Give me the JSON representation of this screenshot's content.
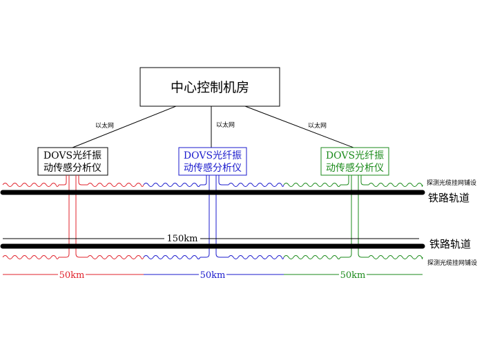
{
  "center": {
    "label": "中心控制机房"
  },
  "links": [
    {
      "label": "以太网"
    },
    {
      "label": "以太网"
    },
    {
      "label": "以太网"
    }
  ],
  "analyzers": [
    {
      "line1": "DOVS光纤振",
      "line2": "动传感分析仪",
      "color": "#000000",
      "wave_color": "#e0202a"
    },
    {
      "line1": "DOVS光纤振",
      "line2": "动传感分析仪",
      "color": "#1a1acc",
      "wave_color": "#1a1acc"
    },
    {
      "line1": "DOVS光纤振",
      "line2": "动传感分析仪",
      "color": "#1a8a1a",
      "wave_color": "#1a8a1a"
    }
  ],
  "cable_label_top": "探测光缆挂网铺设",
  "cable_label_bottom": "探测光缆挂网铺设",
  "rails": [
    {
      "label": "铁路轨道"
    },
    {
      "label": "铁路轨道"
    }
  ],
  "total_length": "150km",
  "segments": [
    {
      "label": "50km",
      "color": "#e0202a"
    },
    {
      "label": "50km",
      "color": "#1a1acc"
    },
    {
      "label": "50km",
      "color": "#1a8a1a"
    }
  ]
}
